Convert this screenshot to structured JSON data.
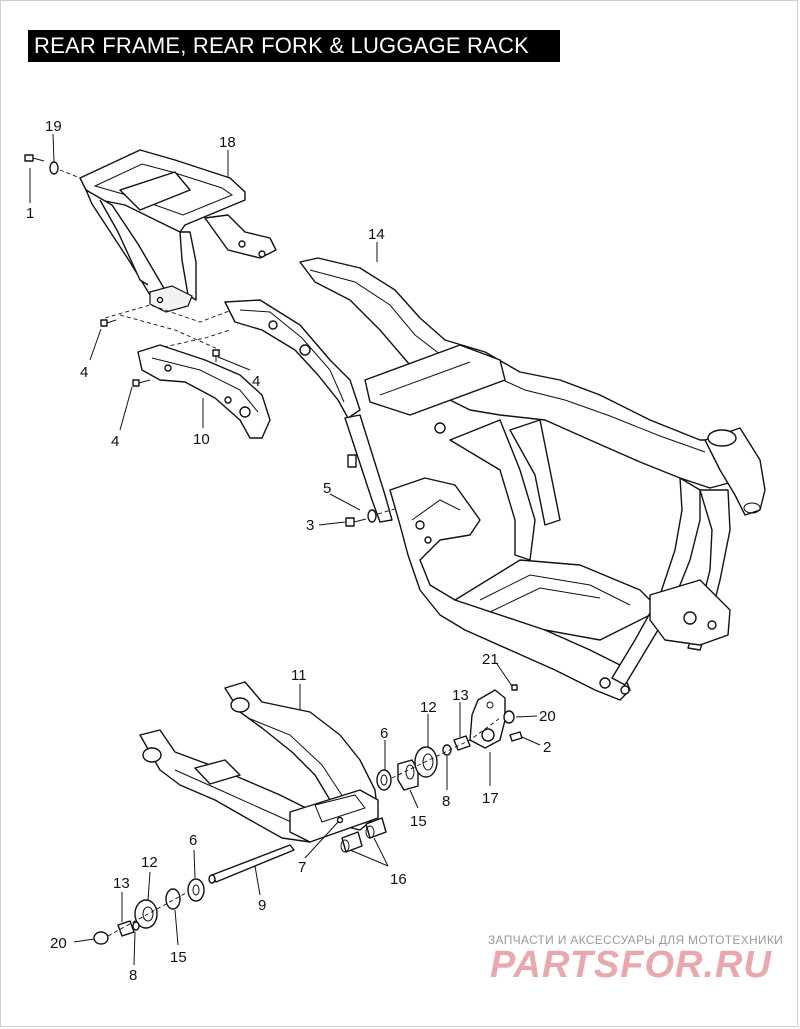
{
  "title": "REAR FRAME, REAR FORK & LUGGAGE RACK",
  "callouts": [
    {
      "id": "c19",
      "text": "19"
    },
    {
      "id": "c1",
      "text": "1"
    },
    {
      "id": "c18",
      "text": "18"
    },
    {
      "id": "c14",
      "text": "14"
    },
    {
      "id": "c4a",
      "text": "4"
    },
    {
      "id": "c4b",
      "text": "4"
    },
    {
      "id": "c4c",
      "text": "4"
    },
    {
      "id": "c10",
      "text": "10"
    },
    {
      "id": "c5",
      "text": "5"
    },
    {
      "id": "c3",
      "text": "3"
    },
    {
      "id": "c11",
      "text": "11"
    },
    {
      "id": "c21",
      "text": "21"
    },
    {
      "id": "c13a",
      "text": "13"
    },
    {
      "id": "c12a",
      "text": "12"
    },
    {
      "id": "c6a",
      "text": "6"
    },
    {
      "id": "c20a",
      "text": "20"
    },
    {
      "id": "c2",
      "text": "2"
    },
    {
      "id": "c8a",
      "text": "8"
    },
    {
      "id": "c15a",
      "text": "15"
    },
    {
      "id": "c17",
      "text": "17"
    },
    {
      "id": "c7",
      "text": "7"
    },
    {
      "id": "c16",
      "text": "16"
    },
    {
      "id": "c6b",
      "text": "6"
    },
    {
      "id": "c12b",
      "text": "12"
    },
    {
      "id": "c13b",
      "text": "13"
    },
    {
      "id": "c9",
      "text": "9"
    },
    {
      "id": "c20b",
      "text": "20"
    },
    {
      "id": "c8b",
      "text": "8"
    },
    {
      "id": "c15b",
      "text": "15"
    }
  ],
  "watermark": {
    "tagline": "ЗАПЧАСТИ И АКСЕССУАРЫ ДЛЯ МОТОТЕХНИКИ",
    "logo": "PARTSFOR.RU"
  },
  "colors": {
    "title_bg": "#000000",
    "title_fg": "#ffffff",
    "line": "#111111",
    "watermark_logo": "#e9a8ad"
  }
}
